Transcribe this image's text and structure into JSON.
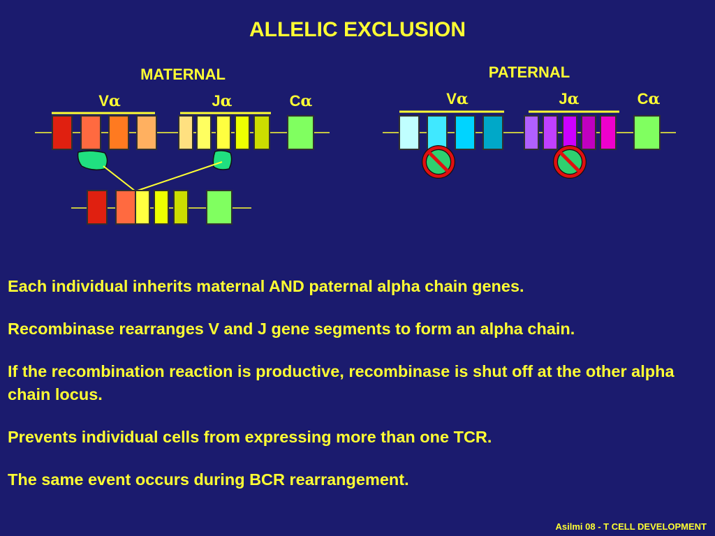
{
  "title": "ALLELIC EXCLUSION",
  "maternal": {
    "label": "MATERNAL",
    "v_label": "V",
    "j_label": "J",
    "c_label": "C",
    "greek": "α",
    "v_colors": [
      "#e02010",
      "#ff6a40",
      "#ff7a20",
      "#ffb060"
    ],
    "j_colors": [
      "#ffe080",
      "#ffff60",
      "#ffff40",
      "#eeff00",
      "#ccdd00"
    ],
    "c_color": "#80ff60",
    "recombined_colors": [
      "#e02010",
      "#ff6a40",
      "#ffff40",
      "#eeff00",
      "#ccdd00"
    ],
    "enzyme_color": "#20e080"
  },
  "paternal": {
    "label": "PATERNAL",
    "v_label": "V",
    "j_label": "J",
    "c_label": "C",
    "greek": "α",
    "v_colors": [
      "#c0ffff",
      "#40e8ff",
      "#00d4ff",
      "#00a8c8"
    ],
    "j_colors": [
      "#b060ff",
      "#c040ff",
      "#cc00ff",
      "#c000c0",
      "#ee00cc"
    ],
    "c_color": "#80ff60",
    "no_symbol_color": "#e01010"
  },
  "statements": [
    "Each individual inherits maternal AND paternal alpha chain genes.",
    "Recombinase rearranges V and J gene segments to form an alpha chain.",
    "If the recombination reaction is productive, recombinase is shut off at the other alpha chain locus.",
    "Prevents individual cells from expressing more than one TCR.",
    "The same event occurs during BCR rearrangement."
  ],
  "footer": "Asilmi  08 - T CELL DEVELOPMENT"
}
